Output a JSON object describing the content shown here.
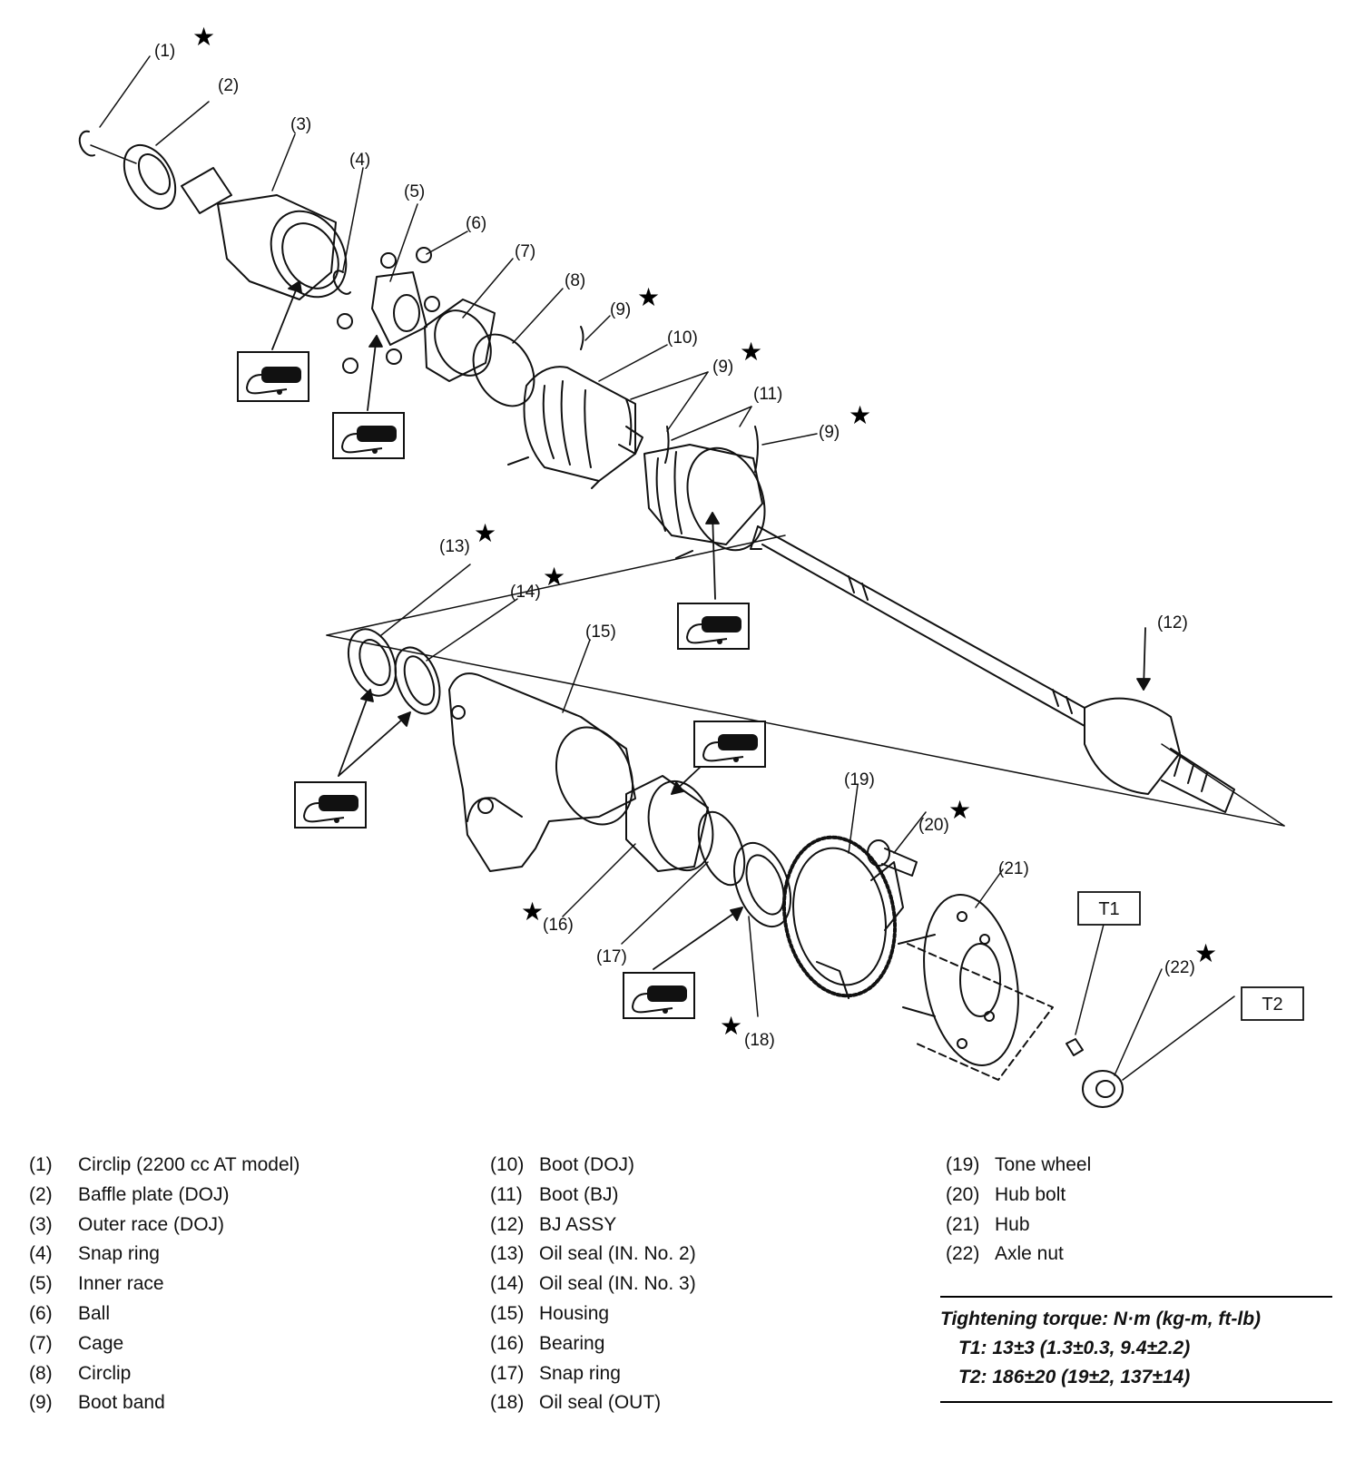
{
  "callouts": {
    "c1": "(1)",
    "c2": "(2)",
    "c3": "(3)",
    "c4": "(4)",
    "c5": "(5)",
    "c6": "(6)",
    "c7": "(7)",
    "c8": "(8)",
    "c9a": "(9)",
    "c9b": "(9)",
    "c9c": "(9)",
    "c10": "(10)",
    "c11": "(11)",
    "c12": "(12)",
    "c13": "(13)",
    "c14": "(14)",
    "c15": "(15)",
    "c16": "(16)",
    "c17": "(17)",
    "c18": "(18)",
    "c19": "(19)",
    "c20": "(20)",
    "c21": "(21)",
    "c22": "(22)"
  },
  "torque_callouts": {
    "t1": "T1",
    "t2": "T2"
  },
  "star_symbol": "★",
  "legend": {
    "col1": [
      {
        "num": "(1)",
        "text": "Circlip (2200 cc AT model)"
      },
      {
        "num": "(2)",
        "text": "Baffle plate (DOJ)"
      },
      {
        "num": "(3)",
        "text": "Outer race (DOJ)"
      },
      {
        "num": "(4)",
        "text": "Snap ring"
      },
      {
        "num": "(5)",
        "text": "Inner race"
      },
      {
        "num": "(6)",
        "text": "Ball"
      },
      {
        "num": "(7)",
        "text": "Cage"
      },
      {
        "num": "(8)",
        "text": "Circlip"
      },
      {
        "num": "(9)",
        "text": "Boot band"
      }
    ],
    "col2": [
      {
        "num": "(10)",
        "text": "Boot (DOJ)"
      },
      {
        "num": "(11)",
        "text": "Boot (BJ)"
      },
      {
        "num": "(12)",
        "text": "BJ ASSY"
      },
      {
        "num": "(13)",
        "text": "Oil seal (IN. No. 2)"
      },
      {
        "num": "(14)",
        "text": "Oil seal (IN. No. 3)"
      },
      {
        "num": "(15)",
        "text": "Housing"
      },
      {
        "num": "(16)",
        "text": "Bearing"
      },
      {
        "num": "(17)",
        "text": "Snap ring"
      },
      {
        "num": "(18)",
        "text": "Oil seal (OUT)"
      }
    ],
    "col3": [
      {
        "num": "(19)",
        "text": "Tone wheel"
      },
      {
        "num": "(20)",
        "text": "Hub bolt"
      },
      {
        "num": "(21)",
        "text": "Hub"
      },
      {
        "num": "(22)",
        "text": "Axle nut"
      }
    ]
  },
  "torque": {
    "heading": "Tightening torque: N·m (kg-m, ft-lb)",
    "t1": "T1: 13±3 (1.3±0.3, 9.4±2.2)",
    "t2": "T2: 186±20 (19±2, 137±14)"
  }
}
